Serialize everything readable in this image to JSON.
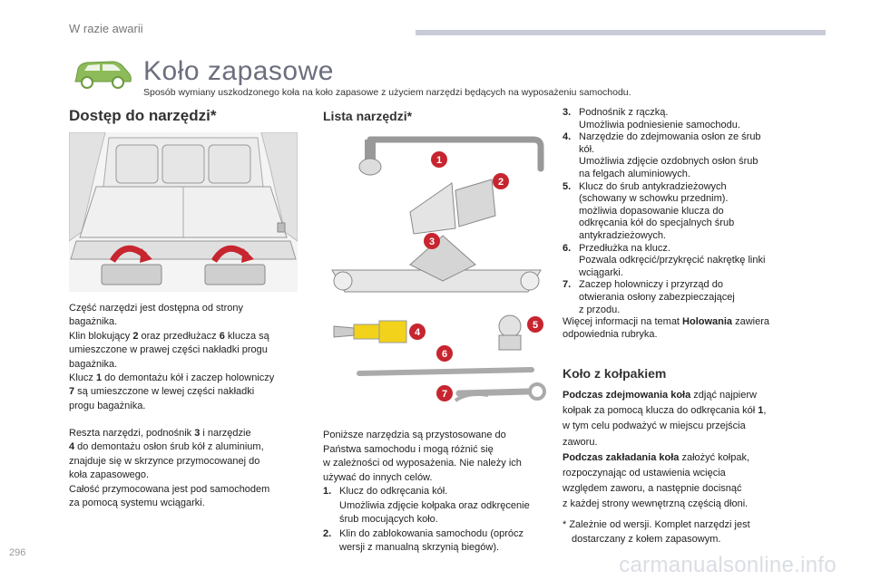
{
  "header": {
    "section_label": "W razie awarii",
    "title": "Koło zapasowe",
    "subtitle": "Sposób wymiany uszkodzonego koła na koło zapasowe z użyciem narzędzi będących na wyposażeniu samochodu.",
    "car_color": "#8dbb5a"
  },
  "left": {
    "heading": "Dostęp do narzędzi*",
    "para1": [
      {
        "t": "Część narzędzi jest dostępna od strony"
      },
      {
        "t": "bagażnika."
      },
      {
        "t": "Klin blokujący ",
        "b": "2",
        "t2": " oraz przedłużacz ",
        "b2": "6",
        "t3": " klucza są"
      },
      {
        "t": "umieszczone w prawej części nakładki progu"
      },
      {
        "t": "bagażnika."
      },
      {
        "t": "Klucz ",
        "b": "1",
        "t2": " do demontażu kół i zaczep holowniczy"
      },
      {
        "b": "7",
        "t2": " są umieszczone w lewej części nakładki"
      },
      {
        "t": "progu bagażnika."
      }
    ],
    "para2": [
      {
        "t": "Reszta narzędzi, podnośnik ",
        "b": "3",
        "t2": " i narzędzie"
      },
      {
        "b": "4",
        "t2": " do demontażu osłon śrub kół z aluminium,"
      },
      {
        "t": "znajduje się w skrzynce przymocowanej do"
      },
      {
        "t": "koła zapasowego."
      },
      {
        "t": "Całość przymocowana jest pod samochodem"
      },
      {
        "t": "za pomocą systemu wciągarki."
      }
    ]
  },
  "middle": {
    "heading": "Lista narzędzi*",
    "tool_labels": [
      "1",
      "2",
      "3",
      "4",
      "5",
      "6",
      "7"
    ],
    "badge_color": "#c7252f",
    "intro": [
      "Poniższe narzędzia są przystosowane do",
      "Państwa samochodu i mogą różnić się",
      "w zależności od wyposażenia. Nie należy ich",
      "używać do innych celów."
    ],
    "items": [
      {
        "n": "1.",
        "lines": [
          "Klucz do odkręcania kół.",
          "Umożliwia zdjęcie kołpaka oraz odkręcenie",
          "śrub mocujących koło."
        ]
      },
      {
        "n": "2.",
        "lines": [
          "Klin do zablokowania samochodu (oprócz",
          "wersji z manualną skrzynią biegów)."
        ]
      }
    ]
  },
  "right": {
    "items": [
      {
        "n": "3.",
        "lines": [
          "Podnośnik z rączką.",
          "Umożliwia podniesienie samochodu."
        ]
      },
      {
        "n": "4.",
        "lines": [
          "Narzędzie do zdejmowania osłon ze śrub",
          "kół.",
          "Umożliwia zdjęcie ozdobnych osłon śrub",
          "na felgach aluminiowych."
        ]
      },
      {
        "n": "5.",
        "lines": [
          "Klucz do śrub antykradzieżowych",
          "(schowany w schowku przednim).",
          "możliwia dopasowanie klucza do",
          "odkręcania kół do specjalnych śrub",
          "antykradzieżowych."
        ]
      },
      {
        "n": "6.",
        "lines": [
          "Przedłużka na klucz.",
          "Pozwala odkręcić/przykręcić nakrętkę linki",
          "wciągarki."
        ]
      },
      {
        "n": "7.",
        "lines": [
          "Zaczep holowniczy i przyrząd do",
          "otwierania osłony zabezpieczającej",
          "z przodu."
        ]
      }
    ],
    "more": [
      {
        "t": "Więcej informacji na temat ",
        "b": "Holowania",
        "t2": " zawiera"
      },
      {
        "t": "odpowiednia rubryka."
      }
    ],
    "heading2": "Koło z kołpakiem",
    "hubcap": [
      {
        "b": "Podczas zdejmowania koła",
        "t2": " zdjąć najpierw"
      },
      {
        "t": "kołpak za pomocą klucza do odkręcania kół ",
        "b": "1",
        "t2": ","
      },
      {
        "t": "w tym celu podważyć w miejscu przejścia"
      },
      {
        "t": "zaworu."
      },
      {
        "b": "Podczas zakładania koła",
        "t2": " założyć kołpak,"
      },
      {
        "t": "rozpoczynając od ustawienia wcięcia"
      },
      {
        "t": "względem zaworu, a następnie docisnąć"
      },
      {
        "t": "z każdej strony wewnętrzną częścią dłoni."
      }
    ],
    "footnote": [
      "* Zależnie od wersji. Komplet narzędzi jest",
      "dostarczany z kołem zapasowym."
    ]
  },
  "footer": {
    "page_number": "296",
    "watermark": "carmanualsonline.info"
  }
}
